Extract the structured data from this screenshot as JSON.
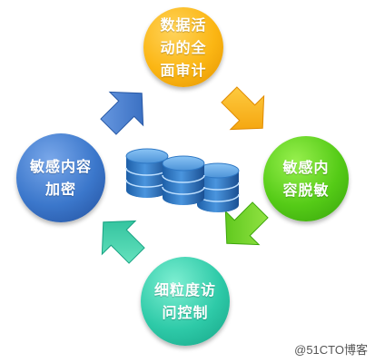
{
  "nodes": {
    "top": "数据活\n动的全\n面审计",
    "right": "敏感内\n容脱敏",
    "bottom": "细粒度访\n问控制",
    "left": "敏感内容\n加密"
  },
  "watermark": "@51CTO博客",
  "colors": {
    "top": "#fbb614",
    "right": "#55cb17",
    "bottom": "#2ecaa8",
    "left": "#3b77cb",
    "database": "#2f78c4"
  },
  "icons": [
    "database-stack-icon",
    "arrow-icon"
  ]
}
